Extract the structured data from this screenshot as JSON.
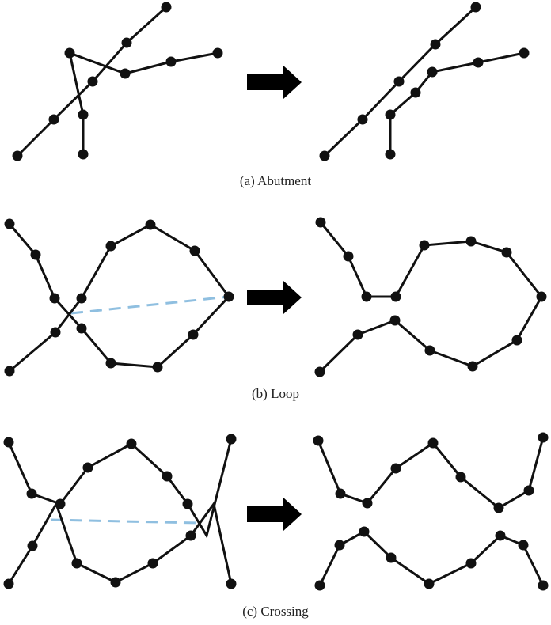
{
  "colors": {
    "stroke": "#111111",
    "node": "#111111",
    "dashed": "#8fbfe0",
    "arrow": "#000000"
  },
  "panels": [
    {
      "id": "a",
      "caption": "(a) Abutment",
      "has_dashed_link": false
    },
    {
      "id": "b",
      "caption": "(b) Loop",
      "has_dashed_link": true
    },
    {
      "id": "c",
      "caption": "(c) Crossing",
      "has_dashed_link": true
    }
  ]
}
